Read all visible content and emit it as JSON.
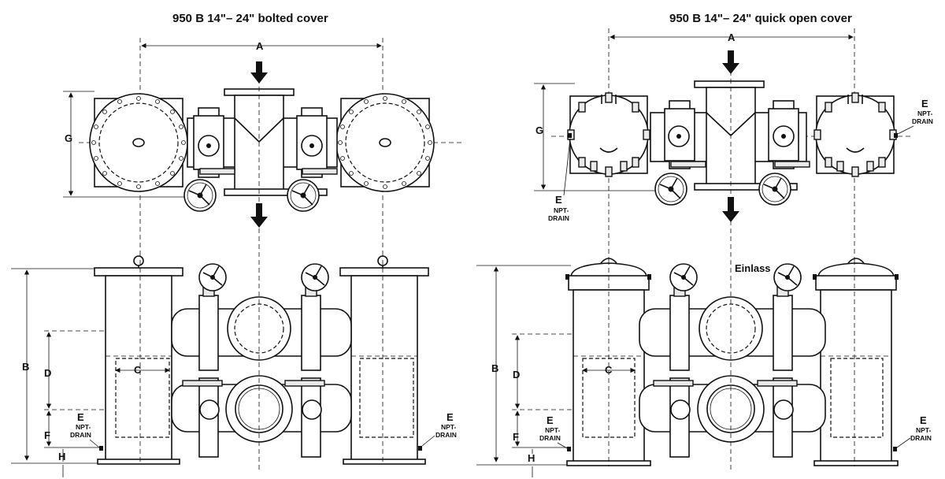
{
  "titles": {
    "left": "950 B  14\"– 24\" bolted cover",
    "right": "950 B  14\"– 24\" quick open cover"
  },
  "dimensions": {
    "a": "A",
    "b": "B",
    "c": "C",
    "d": "D",
    "e": "E",
    "f": "F",
    "g": "G",
    "h": "H"
  },
  "drain": {
    "line1": "NPT-",
    "line2": "DRAIN"
  },
  "inlet_label": "Einlass"
}
